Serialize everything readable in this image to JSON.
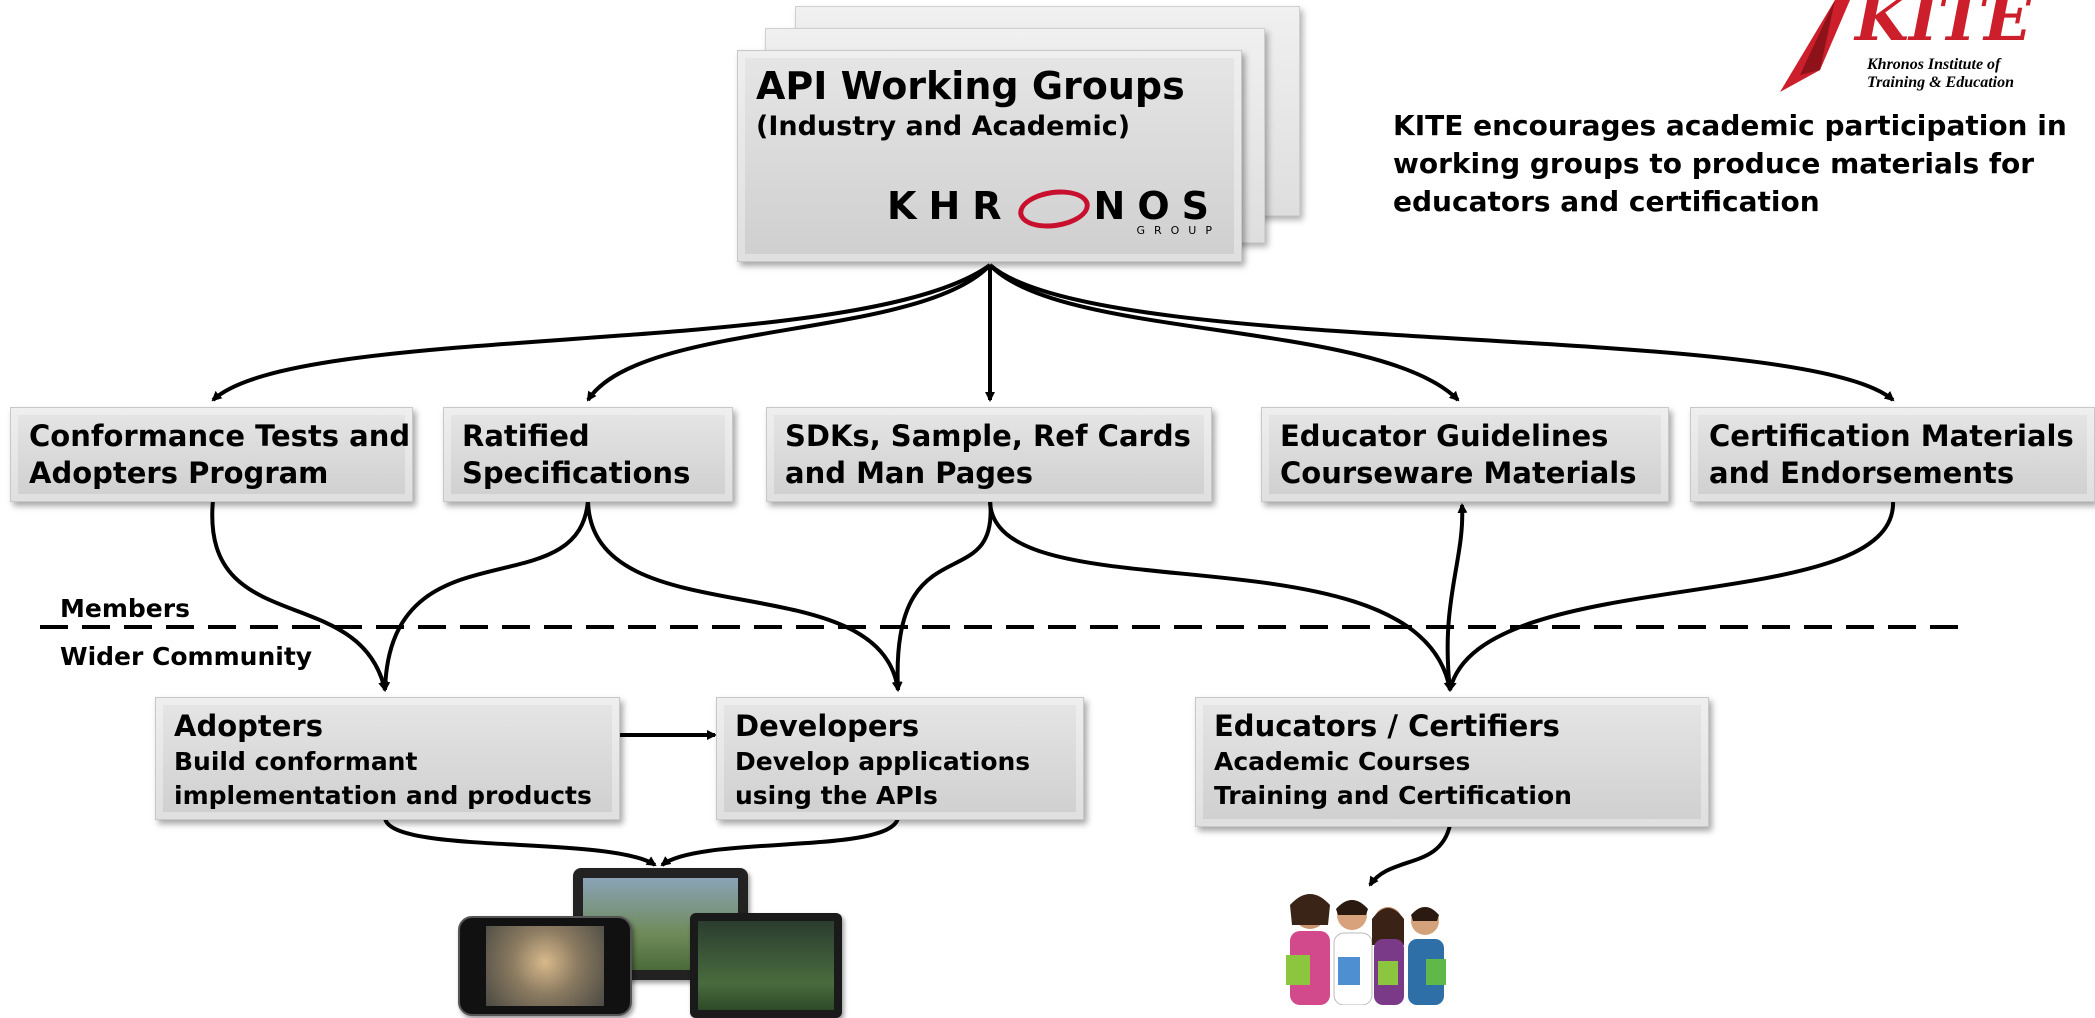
{
  "api": {
    "title": "API Working Groups",
    "subtitle": "(Industry and Academic)",
    "logo": "KHRONOS",
    "logo_sub": "GROUP"
  },
  "kite": {
    "logo": "KITE",
    "org_line1": "Khronos Institute of",
    "org_line2": "Training & Education",
    "desc": [
      "KITE encourages academic participation in",
      "working groups to produce materials for",
      "educators and certification"
    ]
  },
  "outputs": [
    {
      "line1": "Conformance Tests and",
      "line2": "Adopters Program"
    },
    {
      "line1": "Ratified",
      "line2": "Specifications"
    },
    {
      "line1": "SDKs, Sample, Ref Cards",
      "line2": "and Man Pages"
    },
    {
      "line1": "Educator Guidelines",
      "line2": "Courseware Materials"
    },
    {
      "line1": "Certification Materials",
      "line2": "and Endorsements"
    }
  ],
  "divider": {
    "above": "Members",
    "below": "Wider Community"
  },
  "audiences": [
    {
      "title": "Adopters",
      "line1": "Build conformant",
      "line2": "implementation and products"
    },
    {
      "title": "Developers",
      "line1": "Develop applications",
      "line2": "using the APIs"
    },
    {
      "title": "Educators / Certifiers",
      "line1": "Academic Courses",
      "line2": "Training and Certification"
    }
  ],
  "colors": {
    "kite_red": "#cc1f2b",
    "khronos_red": "#c8102e",
    "box_fill": "#dcdcdc",
    "line": "#000000"
  }
}
